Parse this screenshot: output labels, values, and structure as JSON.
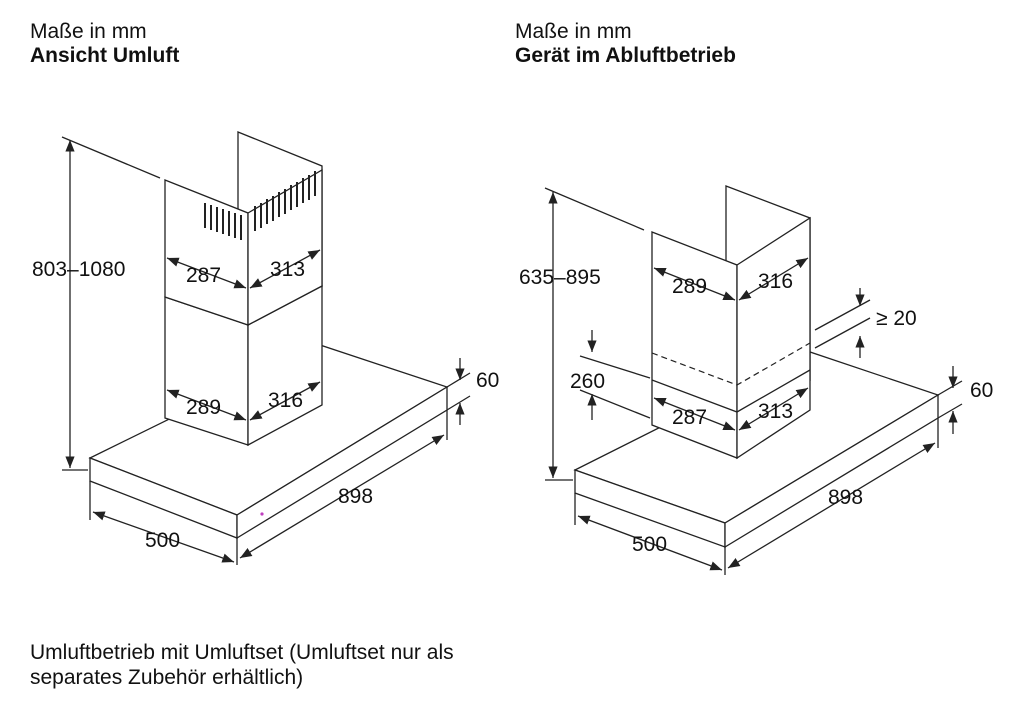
{
  "left": {
    "units_label": "Maße in mm",
    "view_title": "Ansicht Umluft",
    "dims": {
      "height": "803–1080",
      "chimney_upper_left": "287",
      "chimney_upper_right": "313",
      "chimney_lower_left": "289",
      "chimney_lower_right": "316",
      "canopy_thickness": "60",
      "width": "898",
      "depth": "500"
    }
  },
  "right": {
    "units_label": "Maße in mm",
    "view_title": "Gerät im Abluftbetrieb",
    "dims": {
      "height": "635–895",
      "chimney_upper_left": "289",
      "chimney_upper_right": "316",
      "clearance": "≥ 20",
      "overlap": "260",
      "chimney_lower_left": "287",
      "chimney_lower_right": "313",
      "canopy_thickness": "60",
      "width": "898",
      "depth": "500"
    }
  },
  "footnote": "Umluftbetrieb mit Umluftset (Umluftset nur als separates Zubehör erhältlich)"
}
